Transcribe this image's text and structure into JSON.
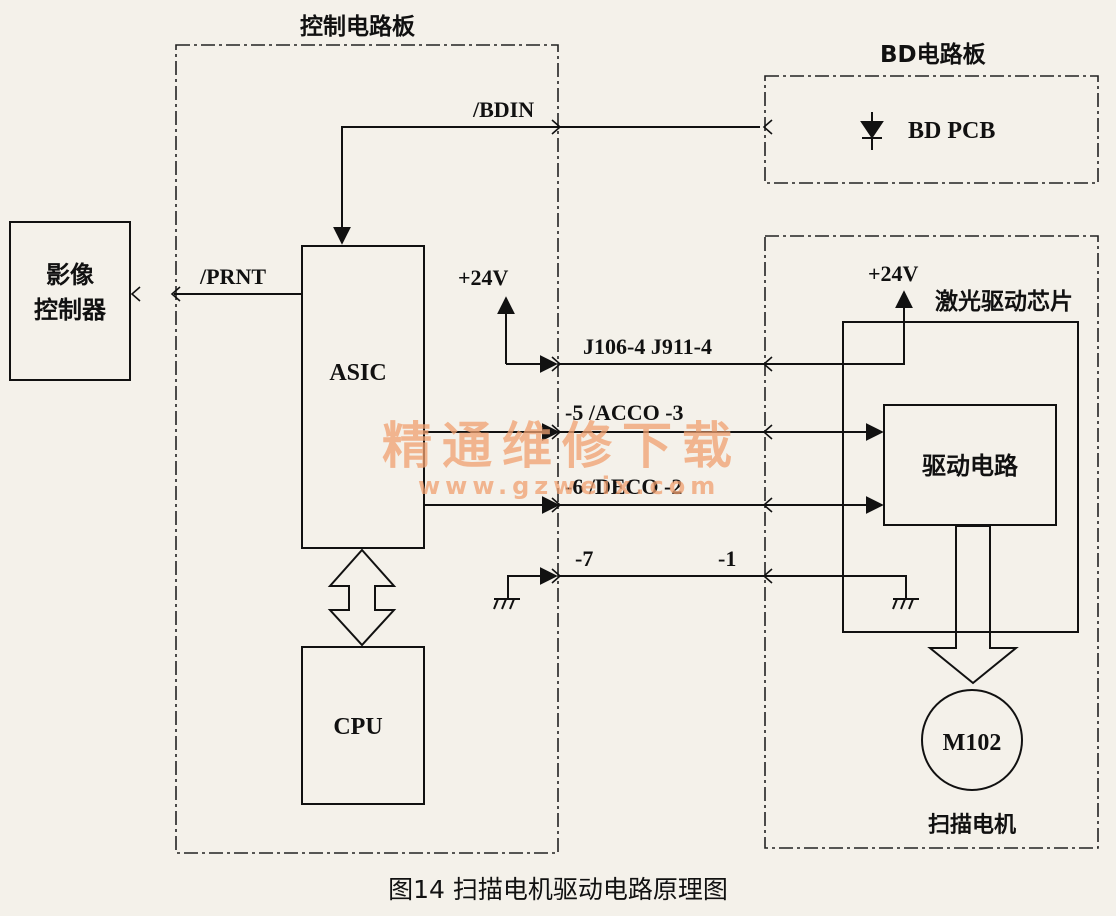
{
  "regions": {
    "control_board": "控制电路板",
    "bd_board": "BD电路板",
    "laser_chip": "激光驱动芯片"
  },
  "blocks": {
    "image_controller_line1": "影像",
    "image_controller_line2": "控制器",
    "asic": "ASIC",
    "cpu": "CPU",
    "bd_pcb": "BD PCB",
    "drive_circuit": "驱动电路",
    "motor": "M102",
    "motor_caption": "扫描电机"
  },
  "signals": {
    "bdin": "/BDIN",
    "prnt": "/PRNT",
    "v24_left": "+24V",
    "v24_right": "+24V",
    "row1": "J106-4  J911-4",
    "row2": "-5  /ACCO  -3",
    "row3": "-6  /DECO  -2",
    "row4_left": "-7",
    "row4_right": "-1"
  },
  "watermark": {
    "line1": "精通维修下载",
    "line2": "www.gzweix.com"
  },
  "caption": "图14    扫描电机驱动电路原理图"
}
